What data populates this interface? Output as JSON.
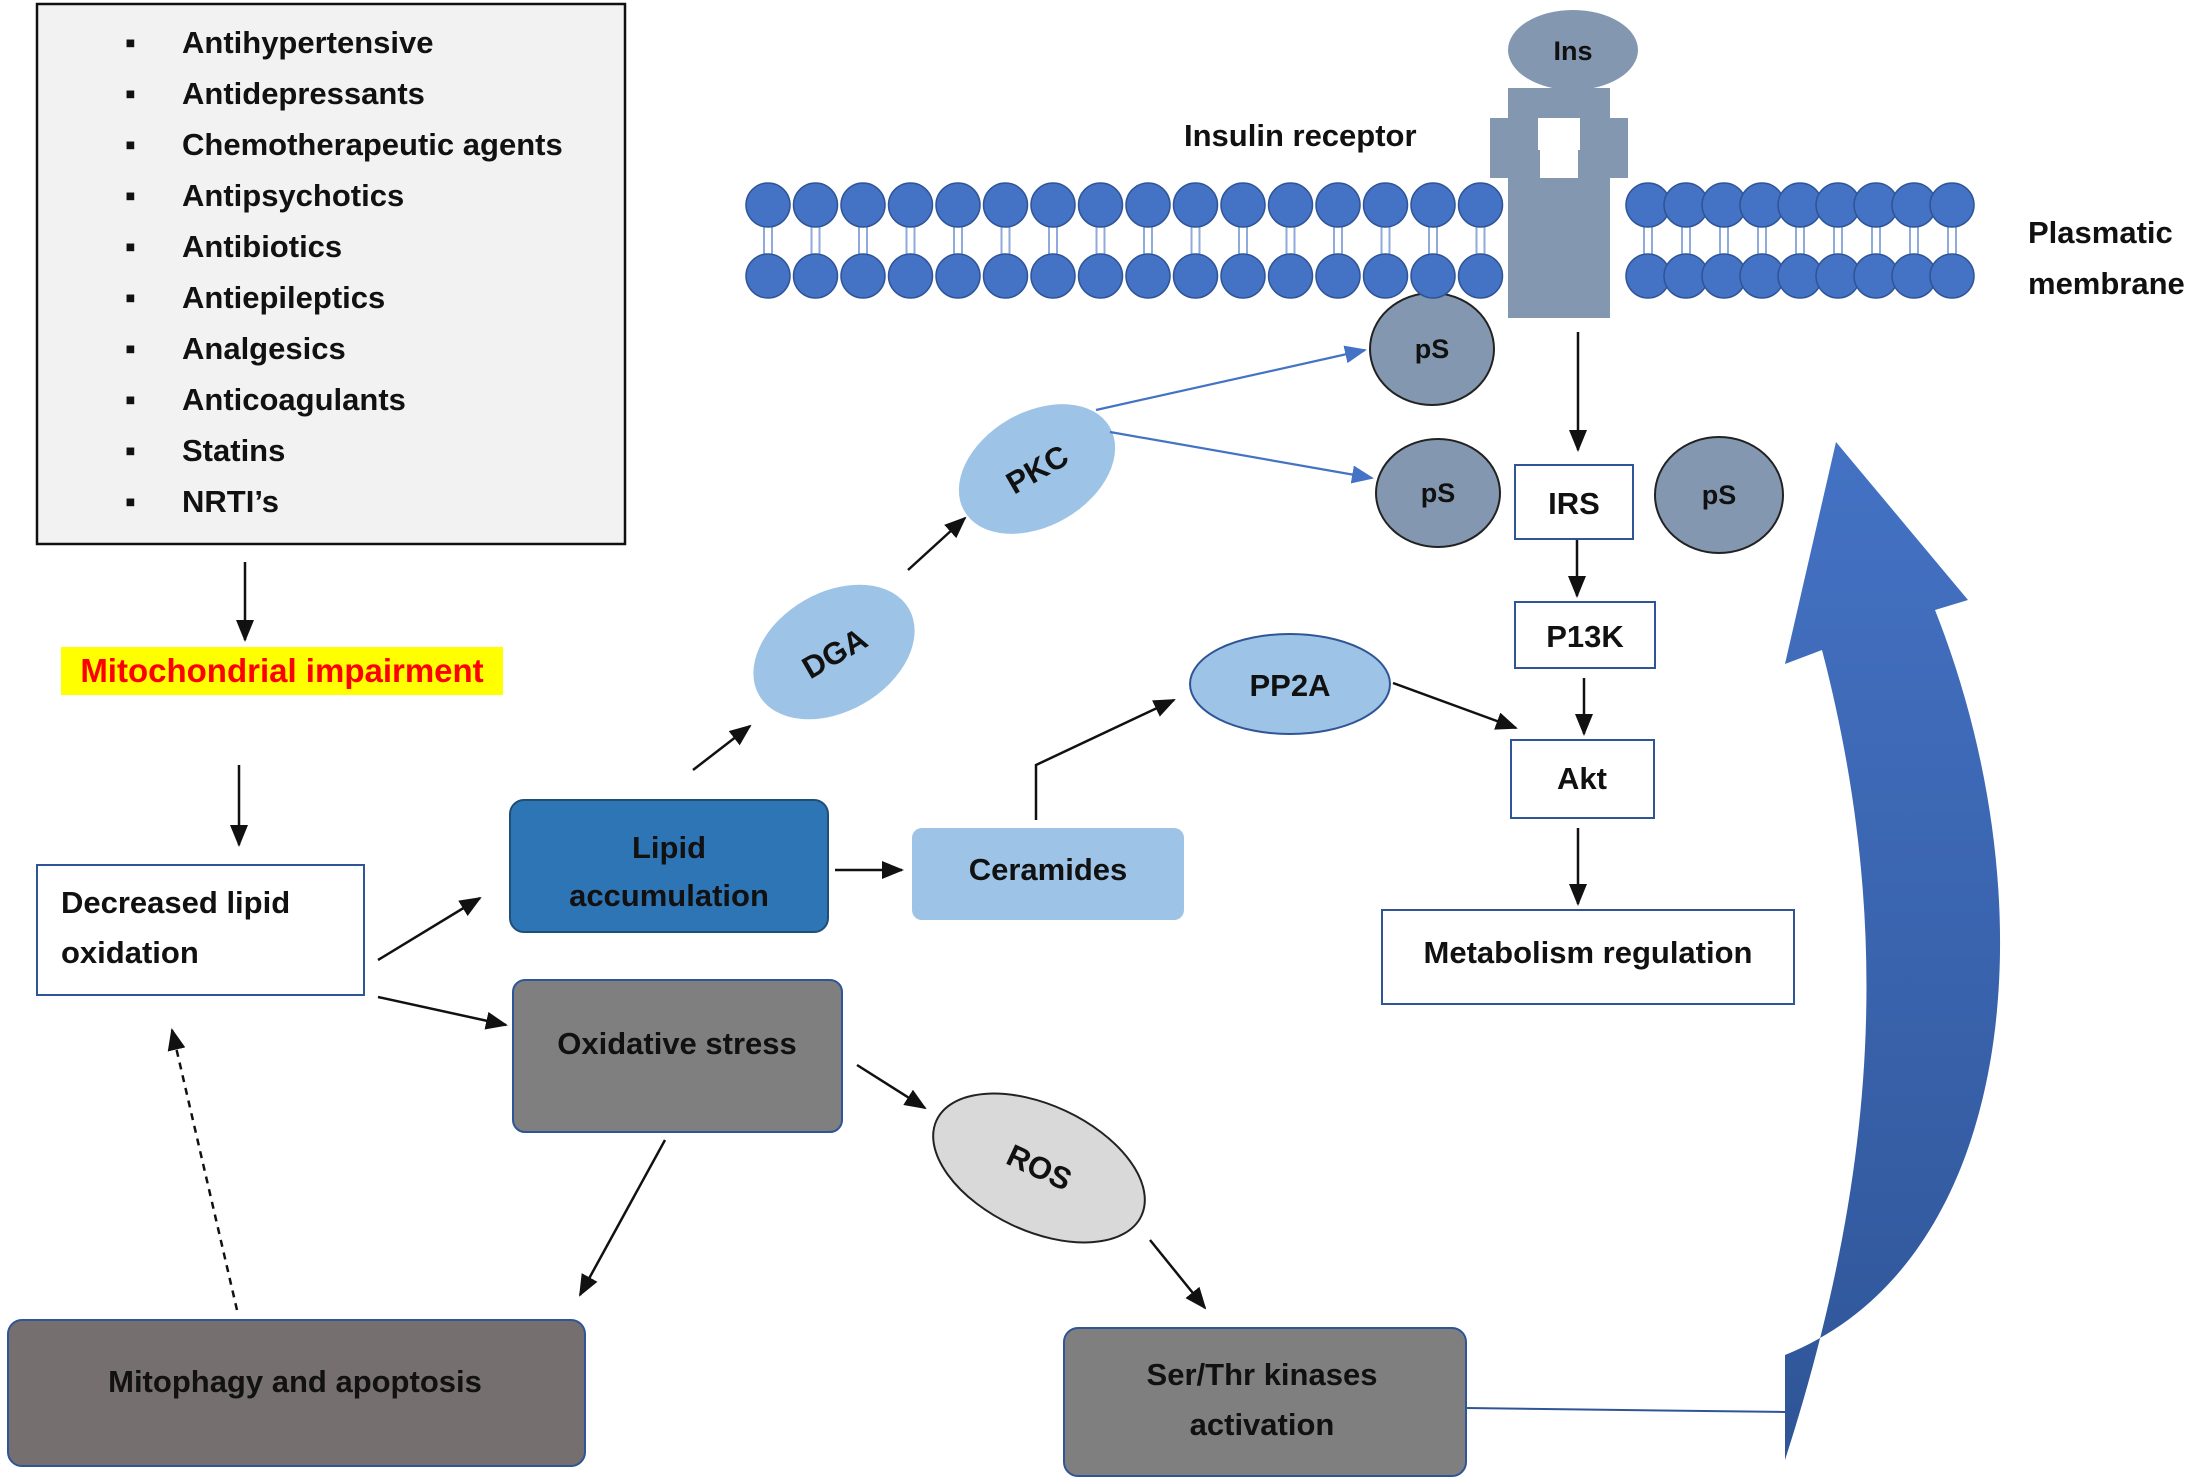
{
  "drug_list": {
    "items": [
      "Antihypertensive",
      "Antidepressants",
      "Chemotherapeutic agents",
      "Antipsychotics",
      "Antibiotics",
      "Antiepileptics",
      "Analgesics",
      "Anticoagulants",
      "Statins",
      "NRTI’s"
    ],
    "bullet": "▪"
  },
  "labels": {
    "mito_impairment": "Mitochondrial impairment",
    "decreased_lipid_1": "Decreased lipid",
    "decreased_lipid_2": "oxidation",
    "lipid_acc_1": "Lipid",
    "lipid_acc_2": "accumulation",
    "ceramides": "Ceramides",
    "oxidative_stress": "Oxidative stress",
    "mitophagy": "Mitophagy and apoptosis",
    "ros": "ROS",
    "ser_thr_1": "Ser/Thr kinases",
    "ser_thr_2": "activation",
    "dga": "DGA",
    "pkc": "PKC",
    "pp2a": "PP2A",
    "ps": "pS",
    "irs": "IRS",
    "p13k": "P13K",
    "akt": "Akt",
    "metabolism": "Metabolism regulation",
    "ins": "Ins",
    "insulin_receptor": "Insulin receptor",
    "plasmatic_1": "Plasmatic",
    "plasmatic_2": "membrane"
  },
  "colors": {
    "highlight": "#ffff00",
    "lipid_dark_blue": "#2e75b6",
    "light_blue": "#9dc3e6",
    "gray_box": "#7f7f7f",
    "mitophagy_box": "#766f6f",
    "ps_circle": "#8497b0",
    "membrane_blue": "#4472c4",
    "receptor_gray": "#8497b0",
    "ros_fill": "#d9d9d9"
  }
}
